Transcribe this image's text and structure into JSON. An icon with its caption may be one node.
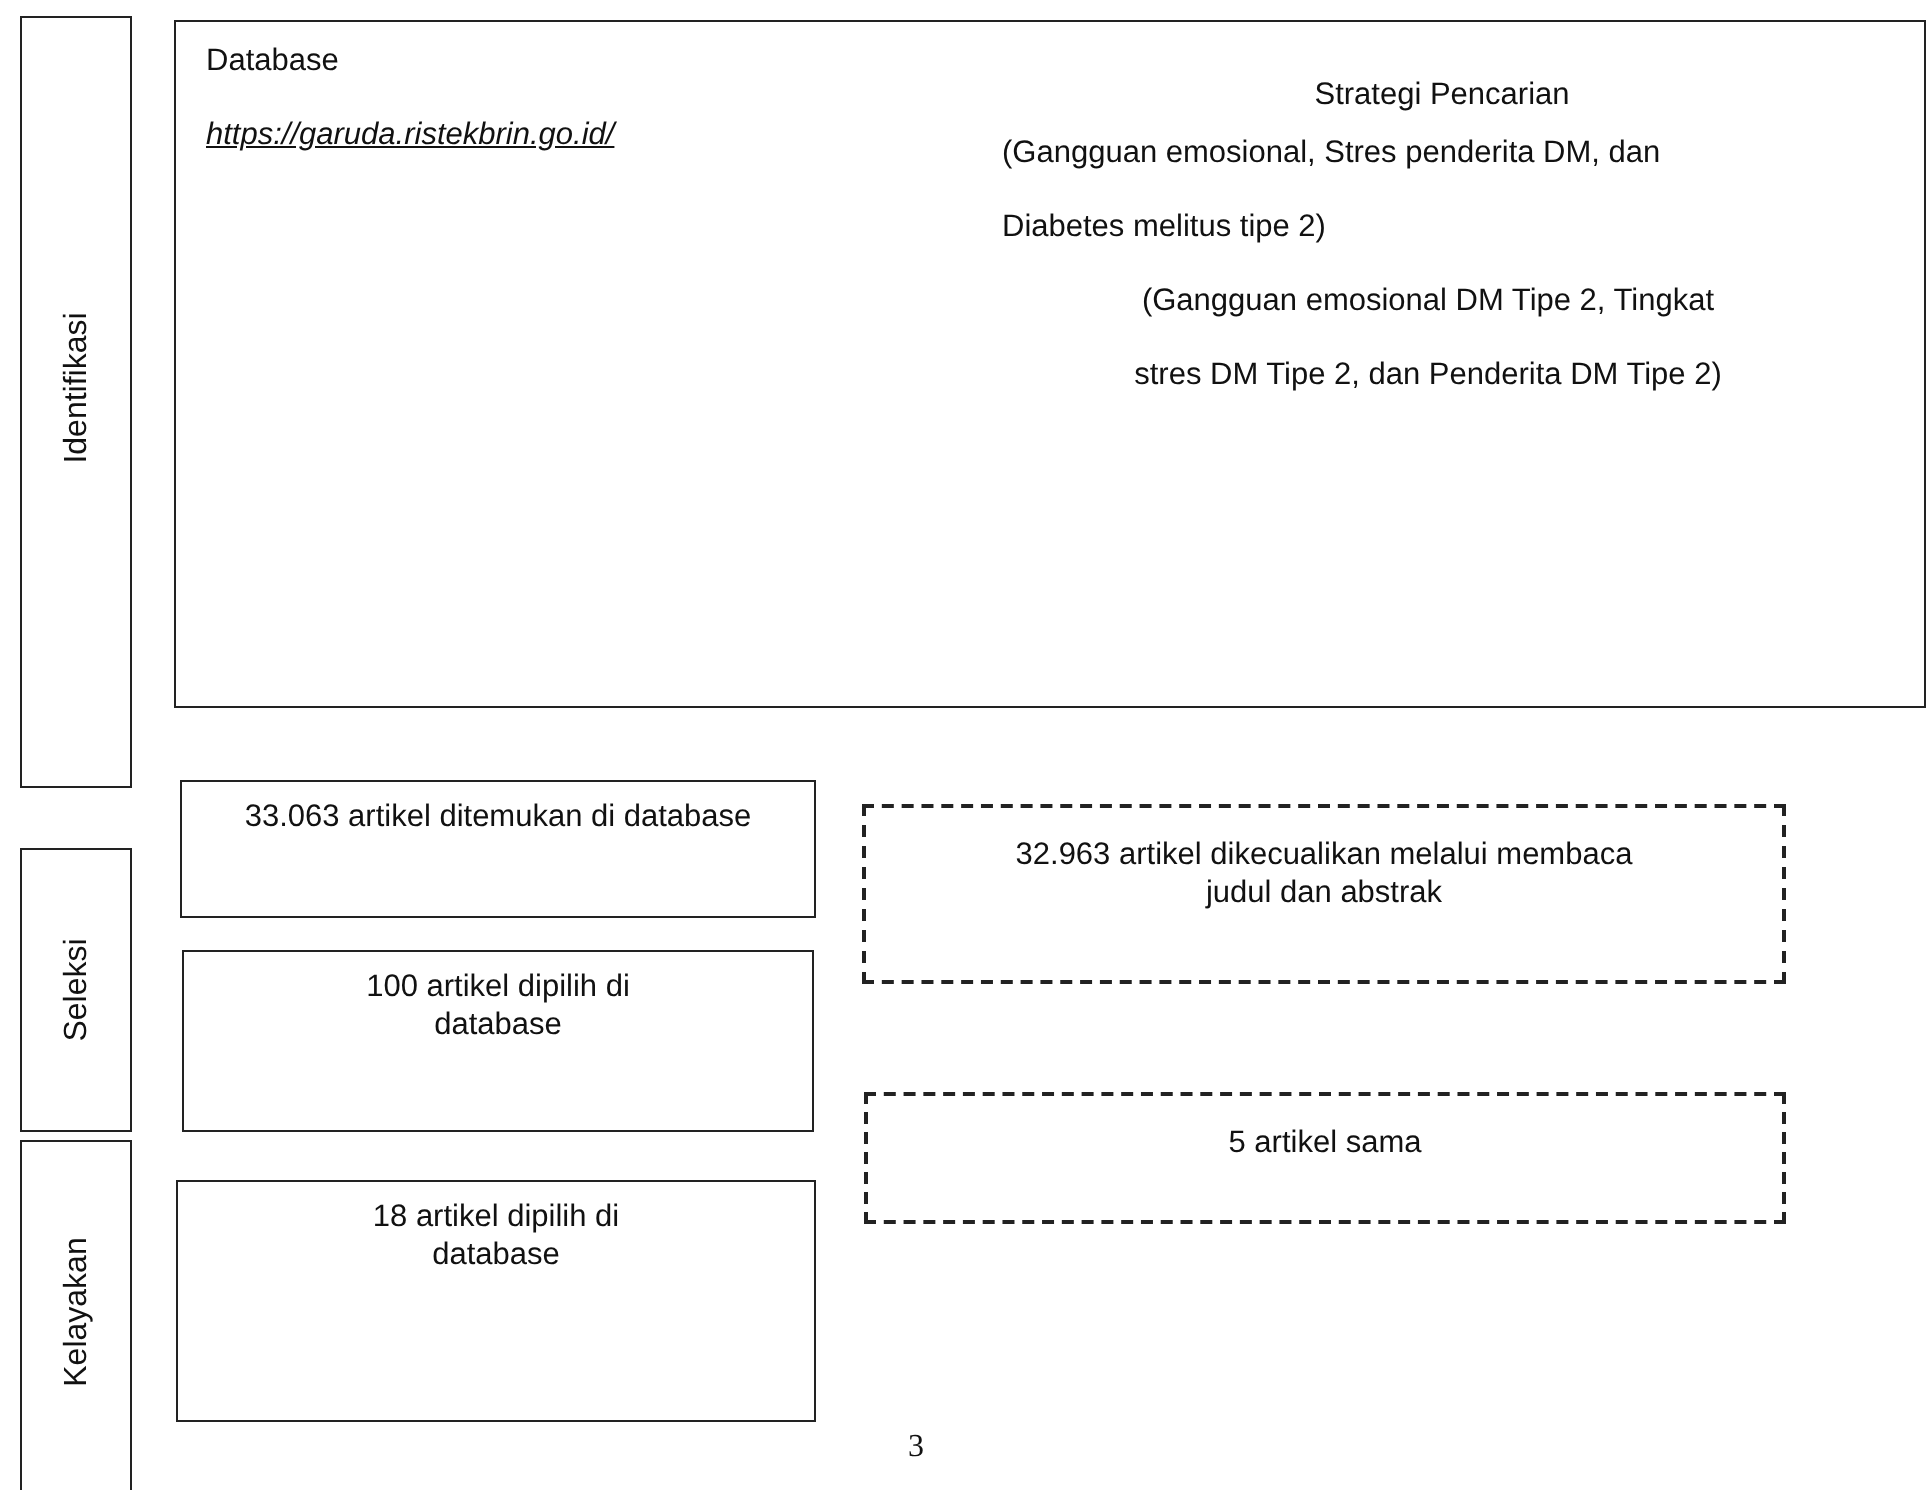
{
  "diagram": {
    "nodes": [
      {
        "text": [
          "Identifikasi"
        ]
      },
      {
        "text": [
          "Database",
          "https://garuda.ristekbrin.go.id/",
          "Strategi Pencarian",
          "(Gangguan emosional, Stres penderita DM, dan Diabetes melitus tipe 2)",
          "(Gangguan emosional DM Tipe 2, Tingkat stres DM Tipe 2, dan Penderita DM Tipe 2)"
        ]
      },
      {
        "text": [
          "33.063 artikel ditemukan di database"
        ]
      },
      {
        "text": [
          "32.963 artikel dikecualikan melalui membaca judul dan abstrak"
        ]
      },
      {
        "text": [
          "Seleksi"
        ]
      },
      {
        "text": [
          "100 artikel dipilih di database"
        ]
      },
      {
        "text": [
          "5 artikel sama"
        ]
      },
      {
        "text": [
          "Kelayakan"
        ]
      },
      {
        "text": [
          "18 artikel dipilih di database"
        ]
      }
    ],
    "edges": [],
    "labels": [
      "3"
    ]
  }
}
